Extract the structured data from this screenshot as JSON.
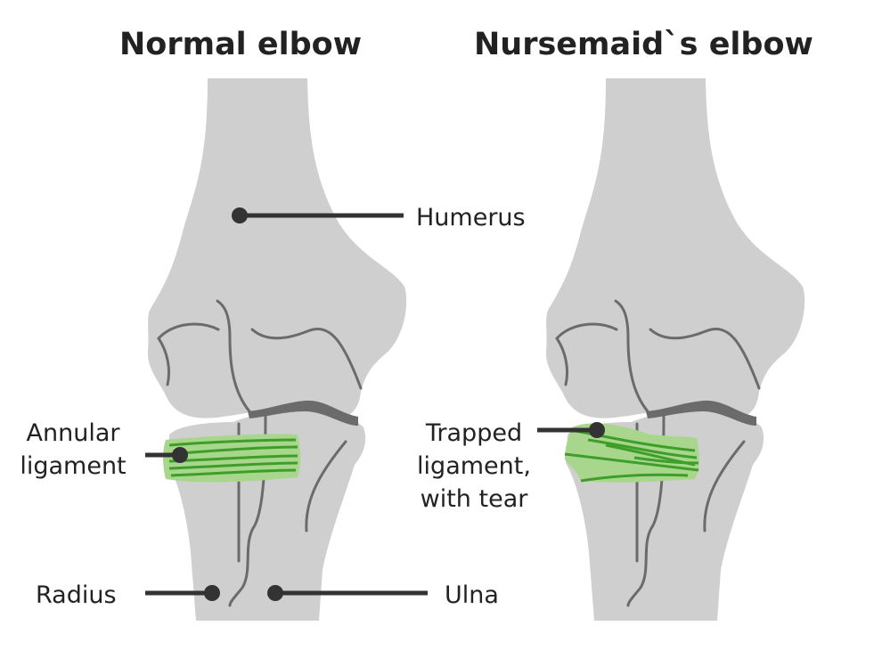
{
  "diagram": {
    "colors": {
      "bone_fill": "#cfcfcf",
      "bone_line": "#6b6b6b",
      "cartilage": "#6b6b6b",
      "ligament_fill": "#a8d68c",
      "ligament_fiber": "#3e9e2a",
      "leader_line": "#333333",
      "text": "#222222",
      "background": "#ffffff"
    },
    "panels": [
      {
        "title": "Normal elbow",
        "ligament_label_lines": [
          "Annular",
          "ligament"
        ]
      },
      {
        "title": "Nursemaid`s elbow",
        "ligament_label_lines": [
          "Trapped",
          "ligament,",
          "with tear"
        ]
      }
    ],
    "labels": {
      "humerus": "Humerus",
      "radius": "Radius",
      "ulna": "Ulna"
    }
  }
}
